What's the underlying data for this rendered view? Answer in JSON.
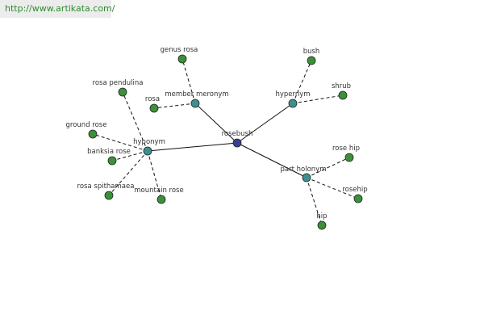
{
  "watermark": {
    "url": "http://www.artikata.com/",
    "color": "#2e8b2e"
  },
  "colors": {
    "center_node": "#3a3f8f",
    "relation_node": "#3e8f8f",
    "leaf_node": "#3d8f3a",
    "node_stroke": "#1e2a1e",
    "solid_edge": "#111111",
    "dashed_edge": "#111111",
    "label": "#333333"
  },
  "center": {
    "id": "rosebush",
    "label": "rosebush"
  },
  "relations": [
    {
      "id": "member-meronym",
      "label": "member meronym"
    },
    {
      "id": "hypernym",
      "label": "hypernym"
    },
    {
      "id": "hyponym",
      "label": "hyponym"
    },
    {
      "id": "part-holonym",
      "label": "part holonym"
    }
  ],
  "leaves": [
    {
      "id": "genus-rosa",
      "label": "genus rosa",
      "relation": "member-meronym"
    },
    {
      "id": "rosa",
      "label": "rosa",
      "relation": "member-meronym"
    },
    {
      "id": "bush",
      "label": "bush",
      "relation": "hypernym"
    },
    {
      "id": "shrub",
      "label": "shrub",
      "relation": "hypernym"
    },
    {
      "id": "rosa-pendulina",
      "label": "rosa pendulina",
      "relation": "hyponym"
    },
    {
      "id": "ground-rose",
      "label": "ground rose",
      "relation": "hyponym"
    },
    {
      "id": "banksia-rose",
      "label": "banksia rose",
      "relation": "hyponym"
    },
    {
      "id": "rosa-spithamaea",
      "label": "rosa spithamaea",
      "relation": "hyponym"
    },
    {
      "id": "mountain-rose",
      "label": "mountain rose",
      "relation": "hyponym"
    },
    {
      "id": "rose-hip",
      "label": "rose hip",
      "relation": "part-holonym"
    },
    {
      "id": "rosehip",
      "label": "rosehip",
      "relation": "part-holonym"
    },
    {
      "id": "hip",
      "label": "hip",
      "relation": "part-holonym"
    }
  ]
}
